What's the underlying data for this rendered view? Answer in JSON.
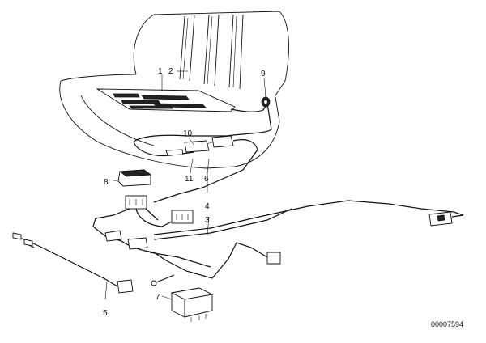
{
  "diagram": {
    "callouts": {
      "c1": "1",
      "c2": "2",
      "c3": "3",
      "c4": "4",
      "c5": "5",
      "c6": "6",
      "c7": "7",
      "c8": "8",
      "c9": "9",
      "c10": "10",
      "c11": "11"
    },
    "document_number": "00007594"
  }
}
